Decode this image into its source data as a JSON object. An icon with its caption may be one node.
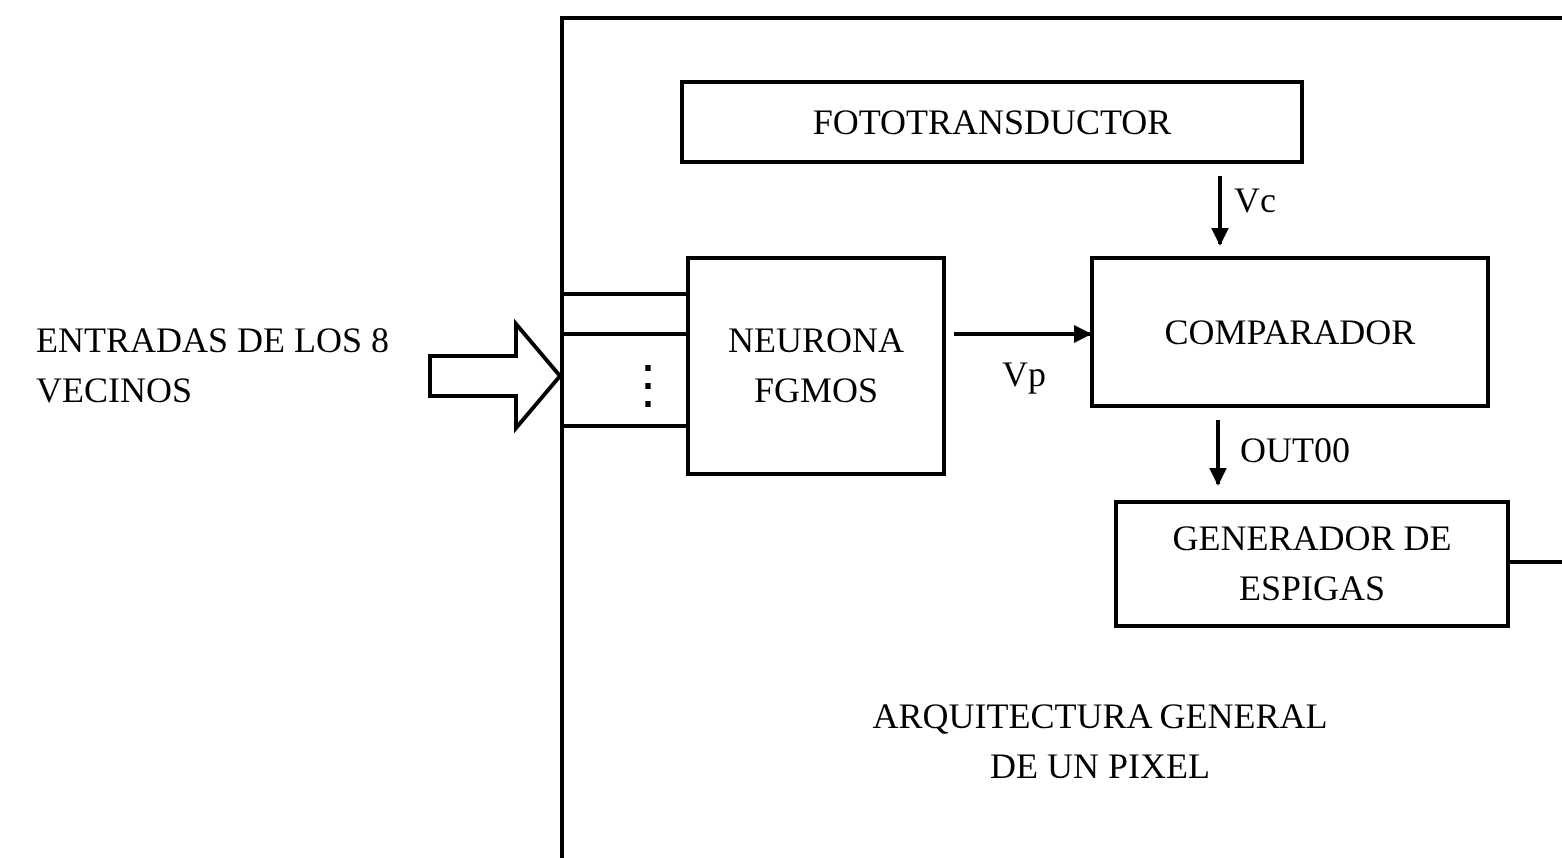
{
  "diagram": {
    "nodes": [
      {
        "text": [
          "ARQUITECTURA GENERAL DE UN PIXEL"
        ]
      },
      {
        "text": [
          "ENTRADAS DE LOS 8 VECINOS"
        ]
      },
      {
        "text": [
          "FOTOTRANSDUCTOR"
        ],
        "in": 0
      },
      {
        "text": [
          "NEURONA FGMOS"
        ],
        "in": 0
      },
      {
        "text": [
          "COMPARADOR"
        ],
        "in": 0
      },
      {
        "text": [
          "GENERADOR DE ESPIGAS"
        ],
        "in": 0
      }
    ],
    "edges": [
      {
        "from": 1,
        "to": 0,
        "arrow": "to",
        "style": "thick"
      },
      {
        "from": 0,
        "to": 3,
        "arrow": "none"
      },
      {
        "from": 0,
        "to": 3,
        "arrow": "none"
      },
      {
        "from": 0,
        "to": 3,
        "arrow": "none"
      },
      {
        "from": 2,
        "to": 4,
        "arrow": "to",
        "label": "Vc"
      },
      {
        "from": 3,
        "to": 4,
        "arrow": "to",
        "label": "Vp"
      },
      {
        "from": 4,
        "to": 5,
        "arrow": "to",
        "label": "OUT00"
      },
      {
        "from": 5,
        "to": null,
        "arrow": "none"
      }
    ],
    "labels": [
      "⋮"
    ]
  }
}
